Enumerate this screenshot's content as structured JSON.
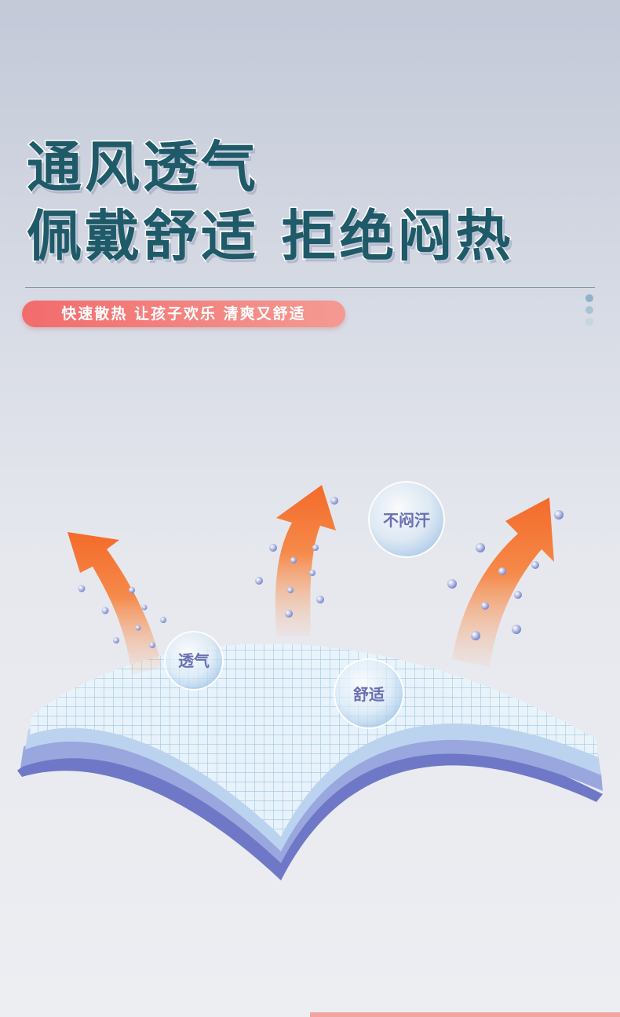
{
  "headline": {
    "line1": "通风透气",
    "line2": "佩戴舒适  拒绝闷热"
  },
  "tagline": "快速散热  让孩子欢乐  清爽又舒适",
  "bubbles": {
    "breathable": "透气",
    "no_sweat": "不闷汗",
    "comfortable": "舒适"
  },
  "colors": {
    "headline": "#1f5a68",
    "pill": "#f26c6c",
    "arrow": "#f46a2a",
    "fabric": "#6f78c6"
  }
}
